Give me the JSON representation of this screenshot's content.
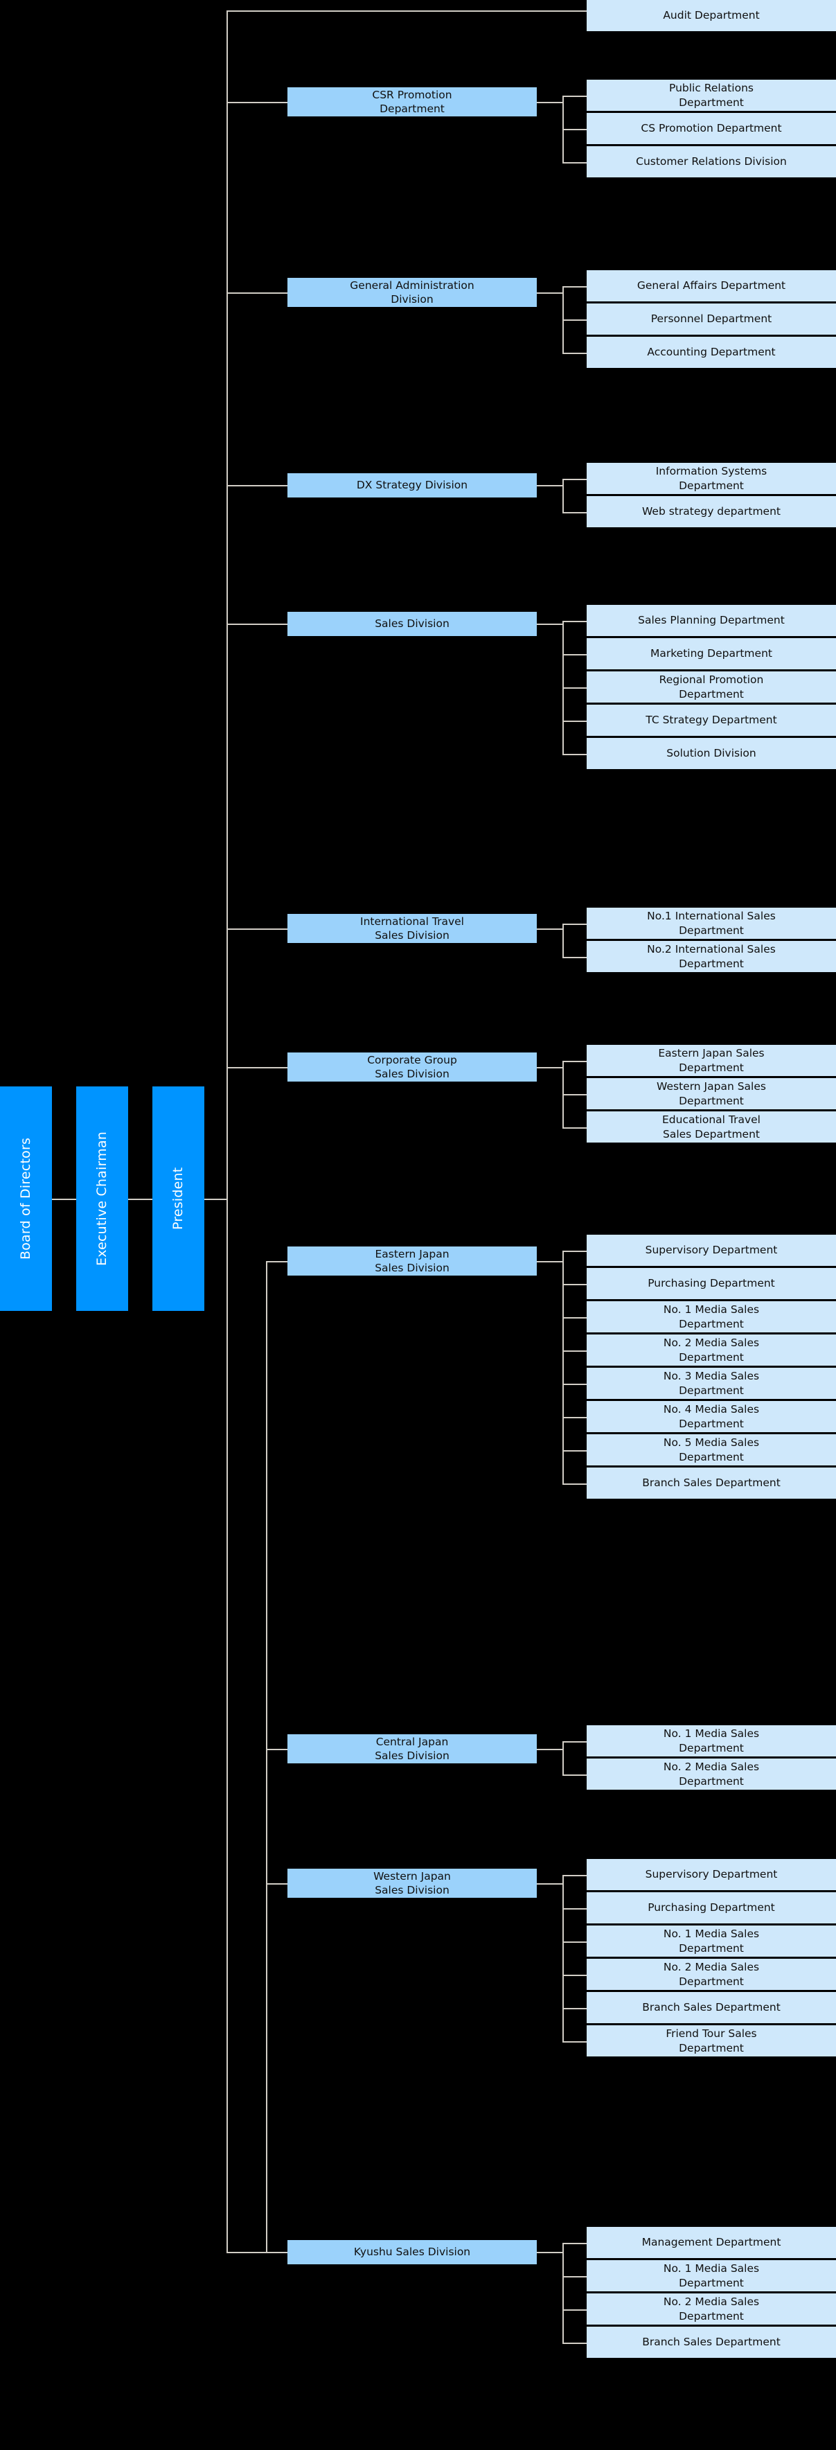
{
  "colors": {
    "background": "#000000",
    "level1_box": "#0094ff",
    "level1_text": "#ffffff",
    "level2_box": "#9bd2fb",
    "level3_box": "#cfe8fb",
    "box_text": "#101010",
    "connector_line": "#d2cec6"
  },
  "chart_type": "organization-chart",
  "executive": [
    {
      "label": "Board of Directors"
    },
    {
      "label": "Executive Chairman"
    },
    {
      "label": "President"
    }
  ],
  "divisions": [
    {
      "label": "Audit Department",
      "is_standalone": true,
      "departments": []
    },
    {
      "label": "CSR Promotion\nDepartment",
      "departments": [
        "Public Relations\nDepartment",
        "CS Promotion Department",
        "Customer Relations Division"
      ]
    },
    {
      "label": "General Administration\nDivision",
      "departments": [
        "General Affairs Department",
        "Personnel Department",
        "Accounting Department"
      ]
    },
    {
      "label": "DX Strategy Division",
      "departments": [
        "Information Systems\nDepartment",
        "Web strategy department"
      ]
    },
    {
      "label": "Sales Division",
      "departments": [
        "Sales Planning Department",
        "Marketing Department",
        "Regional Promotion\nDepartment",
        "TC Strategy Department",
        "Solution Division"
      ]
    },
    {
      "label": "International Travel\nSales Division",
      "departments": [
        "No.1 International Sales\nDepartment",
        "No.2 International Sales\nDepartment"
      ]
    },
    {
      "label": "Corporate Group\nSales Division",
      "departments": [
        "Eastern Japan Sales\nDepartment",
        "Western Japan Sales\nDepartment",
        "Educational Travel\nSales Department"
      ]
    },
    {
      "label": "Eastern Japan\nSales Division",
      "departments": [
        "Supervisory Department",
        "Purchasing Department",
        "No. 1 Media Sales\nDepartment",
        "No. 2 Media Sales\nDepartment",
        "No. 3 Media Sales\nDepartment",
        "No. 4 Media Sales\nDepartment",
        "No. 5 Media Sales\nDepartment",
        "Branch Sales Department"
      ]
    },
    {
      "label": "Central Japan\nSales Division",
      "departments": [
        "No. 1 Media Sales\nDepartment",
        "No. 2 Media Sales\nDepartment"
      ]
    },
    {
      "label": "Western Japan\nSales Division",
      "departments": [
        "Supervisory Department",
        "Purchasing Department",
        "No. 1 Media Sales\nDepartment",
        "No. 2 Media Sales\nDepartment",
        "Branch Sales Department",
        "Friend Tour Sales\nDepartment"
      ]
    },
    {
      "label": "Kyushu Sales Division",
      "departments": [
        "Management Department",
        "No. 1 Media Sales\nDepartment",
        "No. 2 Media Sales\nDepartment",
        "Branch Sales Department"
      ]
    }
  ]
}
